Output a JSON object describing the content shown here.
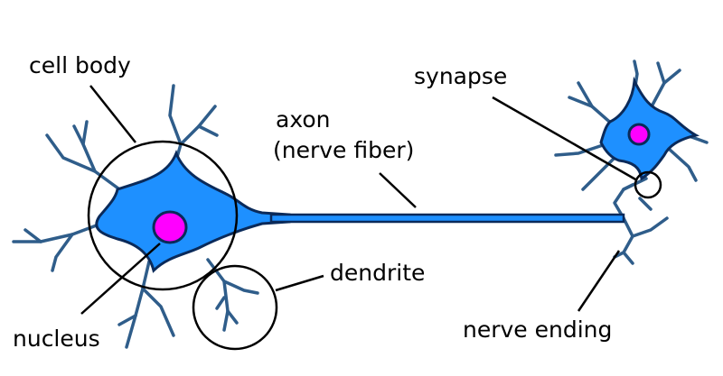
{
  "labels": {
    "cell_body": "cell body",
    "axon_line1": "axon",
    "axon_line2": "(nerve fiber)",
    "synapse": "synapse",
    "dendrite": "dendrite",
    "nucleus": "nucleus",
    "nerve_ending": "nerve ending"
  },
  "colors": {
    "cell_fill": "#1E90FF",
    "nucleus_fill": "#FF00FF",
    "outline": "#0A2A5A",
    "dendrite": "#2F5D8A",
    "leader": "#000000"
  }
}
